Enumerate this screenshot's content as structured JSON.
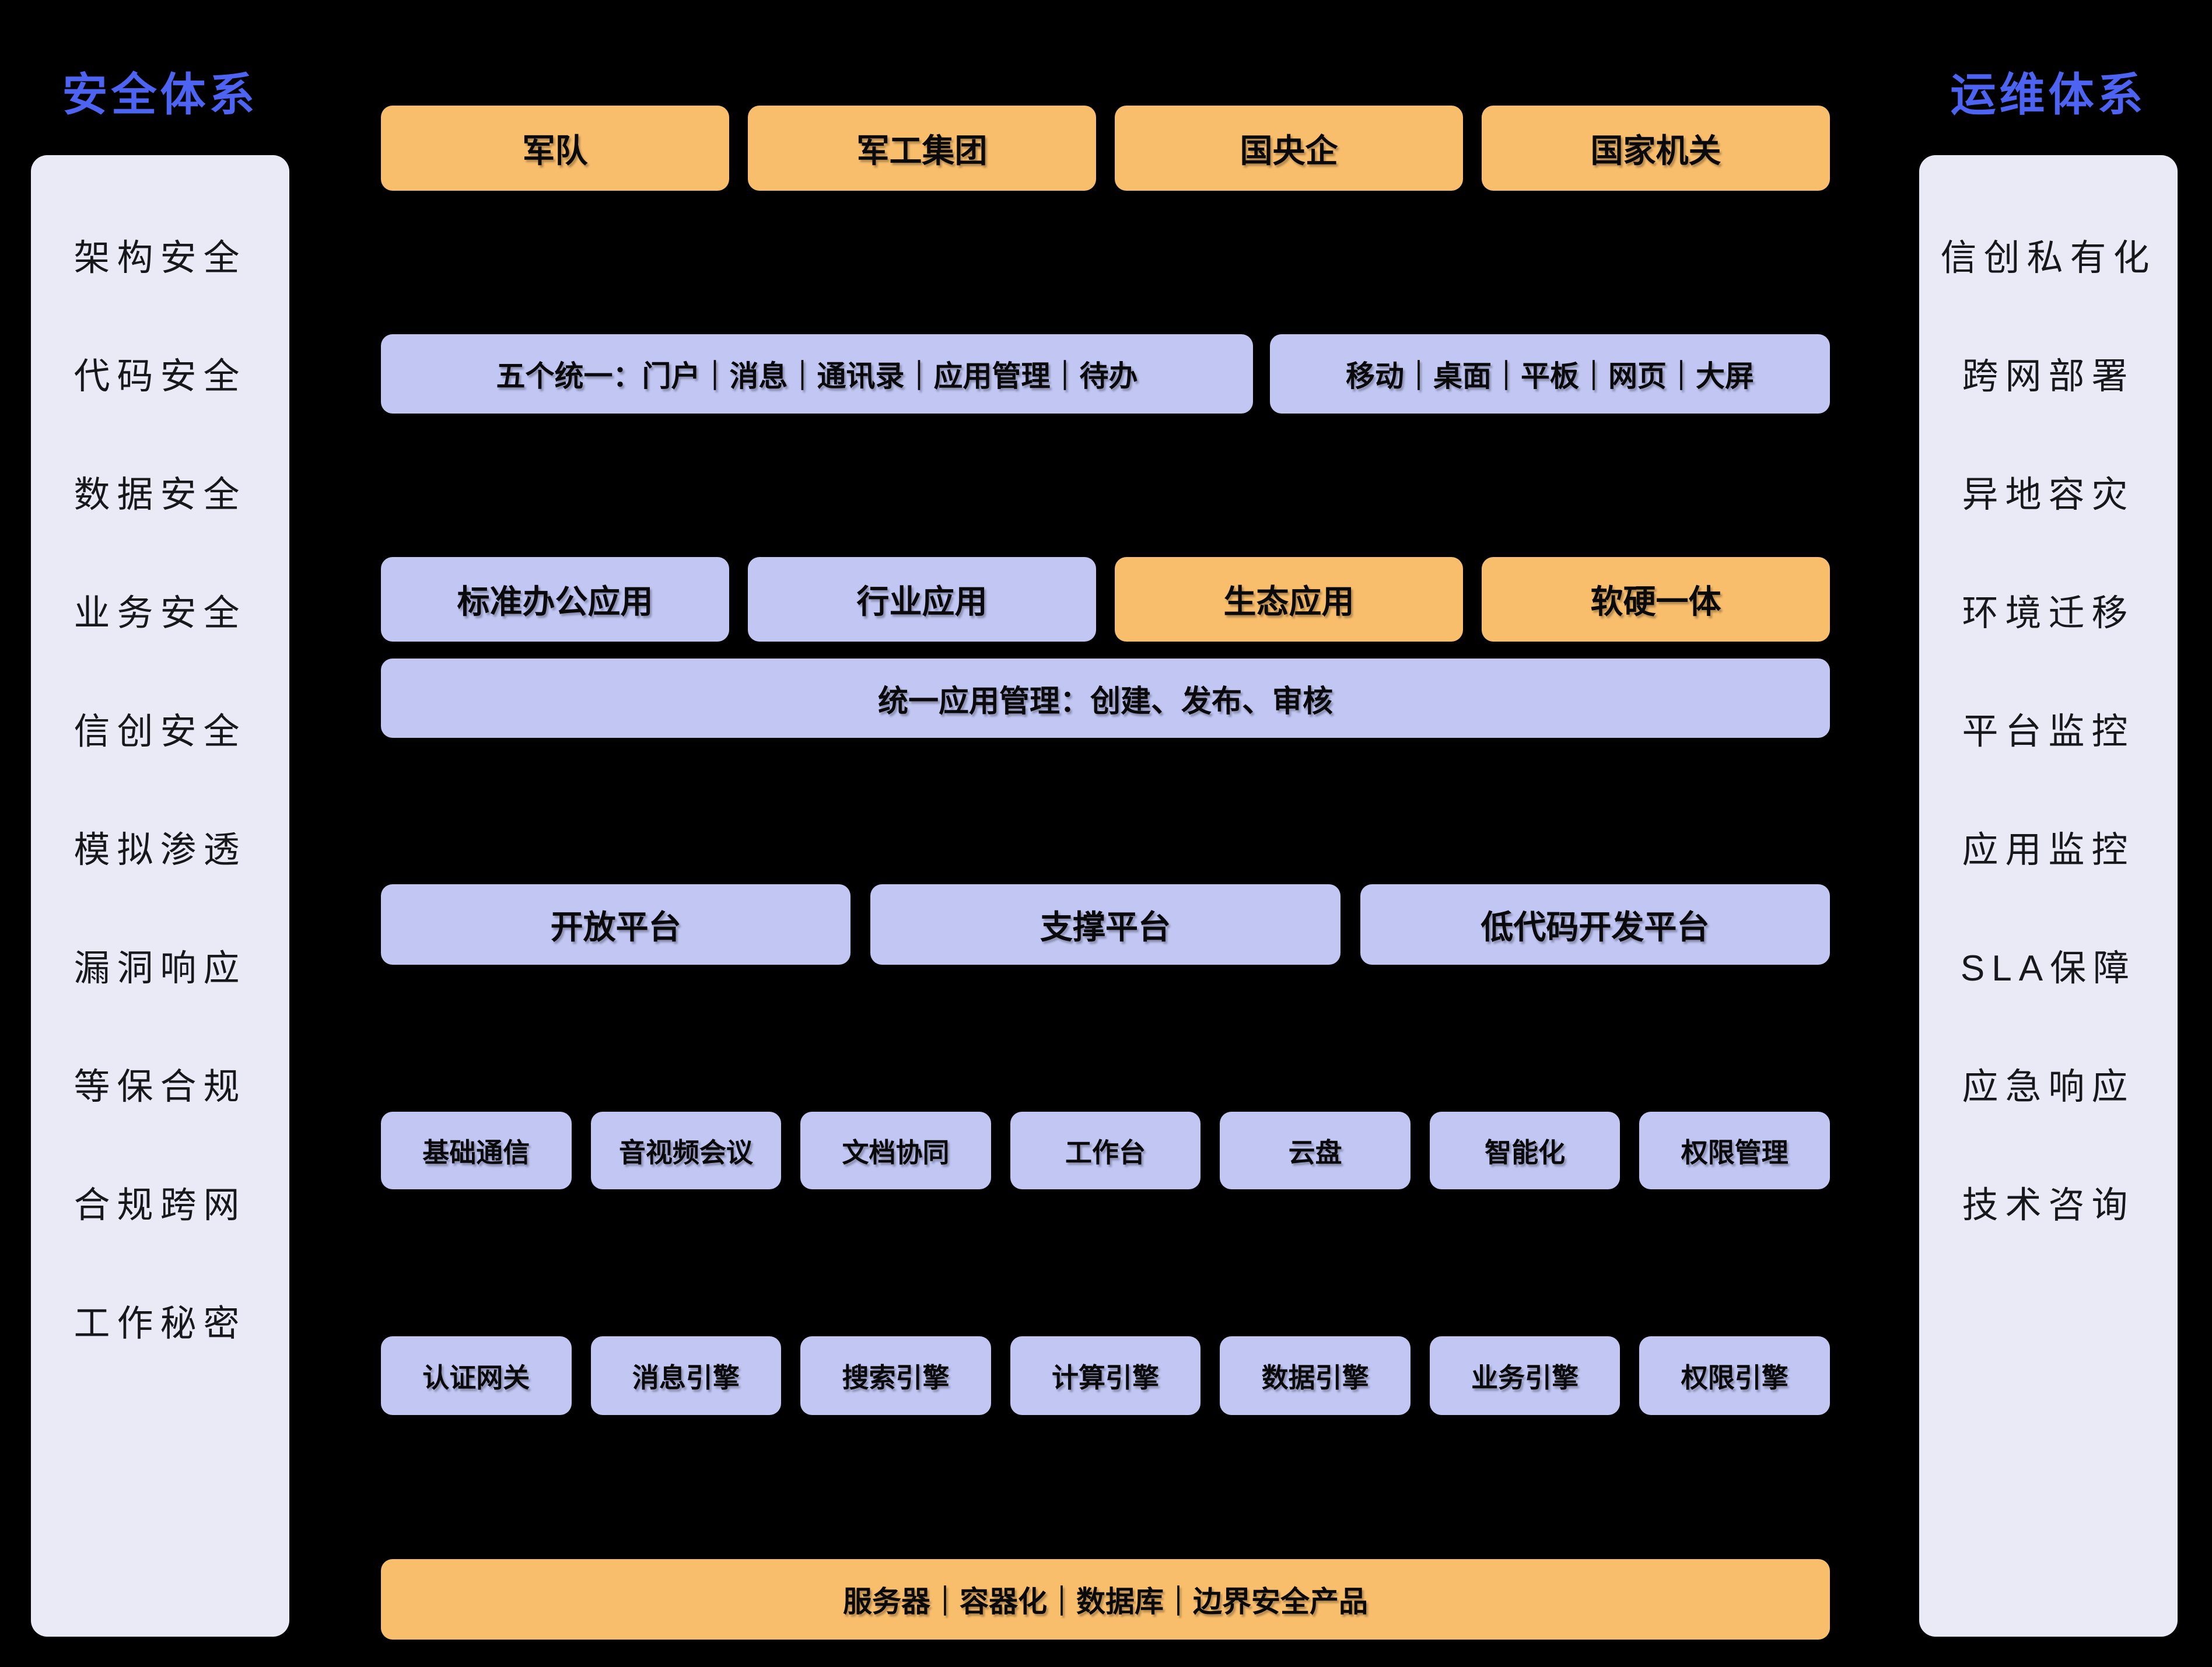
{
  "left_panel": {
    "title": "安全体系",
    "items": [
      "架构安全",
      "代码安全",
      "数据安全",
      "业务安全",
      "信创安全",
      "模拟渗透",
      "漏洞响应",
      "等保合规",
      "合规跨网",
      "工作秘密"
    ]
  },
  "right_panel": {
    "title": "运维体系",
    "items": [
      "信创私有化",
      "跨网部署",
      "异地容灾",
      "环境迁移",
      "平台监控",
      "应用监控",
      "SLA保障",
      "应急响应",
      "技术咨询"
    ]
  },
  "rows": {
    "customers": [
      "军队",
      "军工集团",
      "国央企",
      "国家机关"
    ],
    "unify_left": "五个统一：门户｜消息｜通讯录｜应用管理｜待办",
    "unify_right": "移动｜桌面｜平板｜网页｜大屏",
    "apps": [
      {
        "label": "标准办公应用",
        "variant": "purple"
      },
      {
        "label": "行业应用",
        "variant": "purple"
      },
      {
        "label": "生态应用",
        "variant": "orange"
      },
      {
        "label": "软硬一体",
        "variant": "orange"
      }
    ],
    "app_mgmt": "统一应用管理：创建、发布、审核",
    "platforms": [
      "开放平台",
      "支撑平台",
      "低代码开发平台"
    ],
    "capabilities": [
      "基础通信",
      "音视频会议",
      "文档协同",
      "工作台",
      "云盘",
      "智能化",
      "权限管理"
    ],
    "engines": [
      "认证网关",
      "消息引擎",
      "搜索引擎",
      "计算引擎",
      "数据引擎",
      "业务引擎",
      "权限引擎"
    ],
    "infrastructure": "服务器｜容器化｜数据库｜边界安全产品"
  },
  "colors": {
    "background": "#000000",
    "panel": "#E9EAF6",
    "purple": "#C1C6F3",
    "orange": "#F9BE6C",
    "title_blue": "#4D63F2",
    "box_text": "#0A0A0C"
  }
}
